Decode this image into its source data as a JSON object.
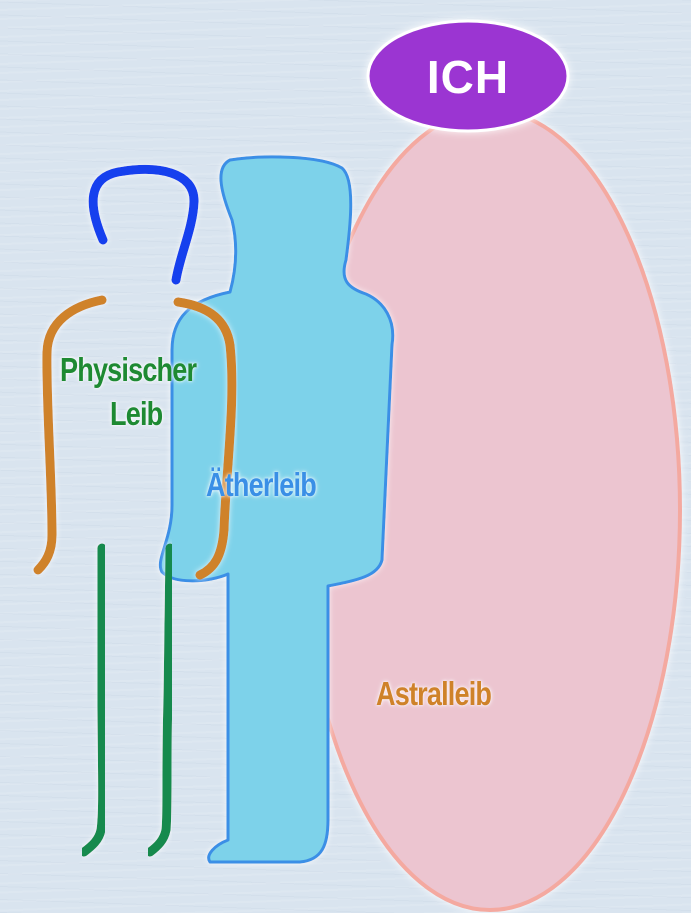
{
  "labels": {
    "ich": "ICH",
    "physischer_line1": "Physischer",
    "physischer_line2": "Leib",
    "aetherleib": "Ätherleib",
    "astralleib": "Astralleib"
  },
  "colors": {
    "ich_fill": "#9b35d2",
    "astral_fill": "#ecc5d0",
    "astral_stroke": "#f4a9a0",
    "aether_fill": "#7dd2ea",
    "aether_stroke": "#3a8fe6",
    "head_stroke": "#1740ee",
    "arms_stroke": "#cf8229",
    "legs_stroke": "#128a4e",
    "physischer_text": "#1e8a32",
    "aether_text": "#3a8fe6",
    "astral_text": "#cf8229"
  }
}
